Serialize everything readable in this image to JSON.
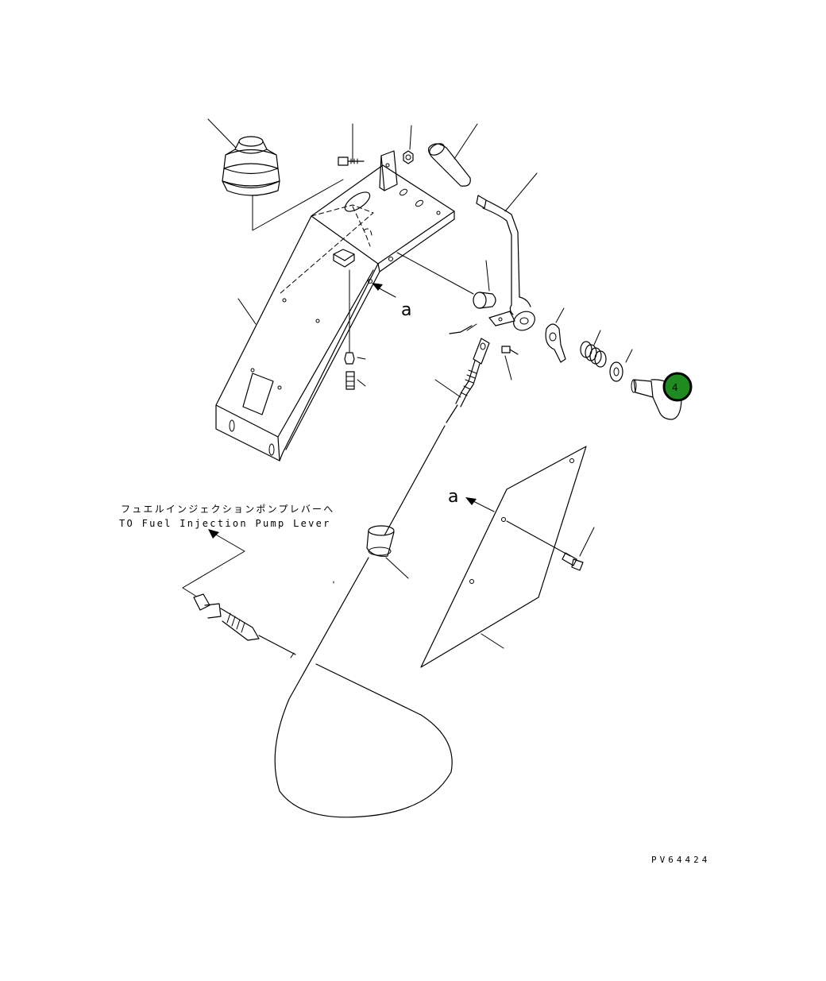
{
  "drawing_number": "PV64424",
  "labels": {
    "jp_destination": "フュエルインジェクションポンプレバーへ",
    "en_destination": "TO Fuel Injection Pump Lever",
    "view_marker_1": "a",
    "view_marker_2": "a"
  },
  "callout": {
    "number": "4",
    "fill": "#1f8a1f",
    "border": "#000000"
  }
}
